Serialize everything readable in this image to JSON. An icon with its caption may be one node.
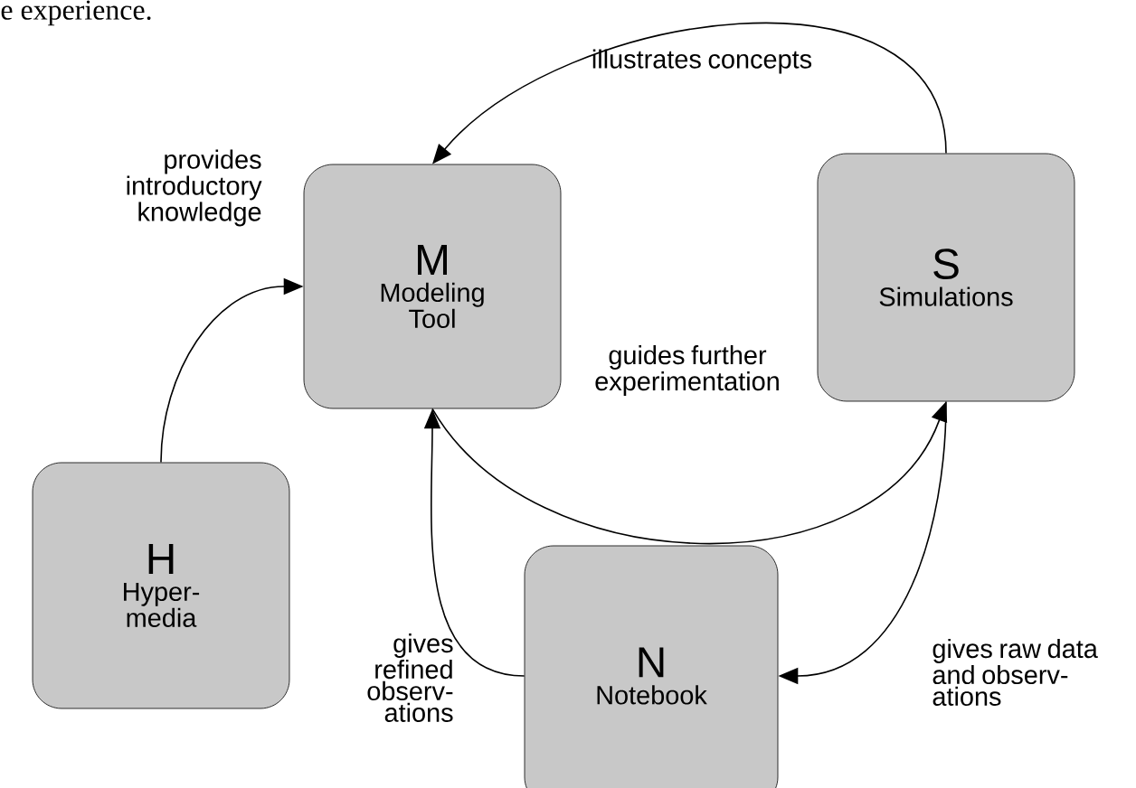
{
  "diagram": {
    "nodes": [
      {
        "text": [
          "M",
          "Modeling Tool"
        ]
      },
      {
        "text": [
          "S",
          "Simulations"
        ]
      },
      {
        "text": [
          "H",
          "Hyper-media"
        ]
      },
      {
        "text": [
          "N",
          "Notebook"
        ]
      }
    ],
    "edges": [
      {
        "from": 1,
        "to": 0,
        "arrow": "to",
        "label": "illustrates concepts"
      },
      {
        "from": 2,
        "to": 0,
        "arrow": "to",
        "label": "provides introductory knowledge"
      },
      {
        "from": 0,
        "to": 1,
        "arrow": "to",
        "label": "guides further experimentation"
      },
      {
        "from": 3,
        "to": 0,
        "arrow": "to",
        "label": "gives refined observ-ations"
      },
      {
        "from": 1,
        "to": 3,
        "arrow": "to",
        "label": "gives raw data and observ-ations"
      }
    ],
    "labels": [
      "e experience."
    ]
  }
}
